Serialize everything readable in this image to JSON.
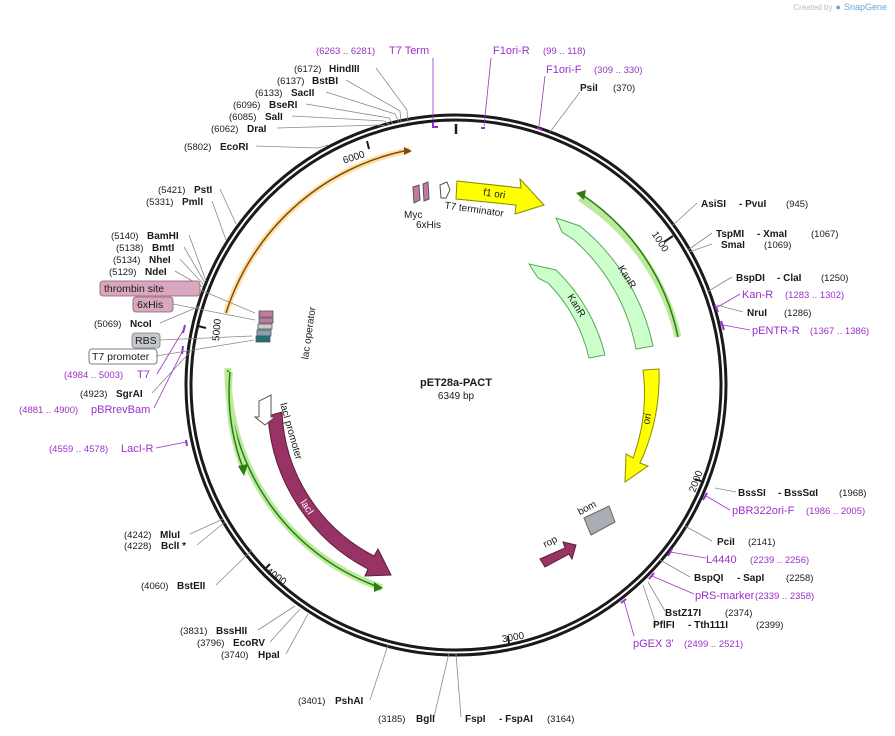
{
  "brand": {
    "created_by": "Created by",
    "product": "SnapGene"
  },
  "plasmid": {
    "name": "pET28a-PACT",
    "length": "6349 bp"
  },
  "ticks": [
    "1000",
    "2000",
    "3000",
    "4000",
    "5000",
    "6000"
  ],
  "enzymes": [
    {
      "id": "hindiii",
      "pos": "(6172)",
      "name": "HindIII"
    },
    {
      "id": "bstbi",
      "pos": "(6137)",
      "name": "BstBI"
    },
    {
      "id": "sacii",
      "pos": "(6133)",
      "name": "SacII"
    },
    {
      "id": "bseri",
      "pos": "(6096)",
      "name": "BseRI"
    },
    {
      "id": "sali",
      "pos": "(6085)",
      "name": "SalI"
    },
    {
      "id": "drai",
      "pos": "(6062)",
      "name": "DraI"
    },
    {
      "id": "ecori",
      "pos": "(5802)",
      "name": "EcoRI"
    },
    {
      "id": "psti",
      "pos": "(5421)",
      "name": "PstI"
    },
    {
      "id": "pmli",
      "pos": "(5331)",
      "name": "PmlI"
    },
    {
      "id": "bamhi",
      "pos": "(5140)",
      "name": "BamHI"
    },
    {
      "id": "bmti",
      "pos": "(5138)",
      "name": "BmtI"
    },
    {
      "id": "nhei",
      "pos": "(5134)",
      "name": "NheI"
    },
    {
      "id": "ndei",
      "pos": "(5129)",
      "name": "NdeI"
    },
    {
      "id": "ncoi",
      "pos": "(5069)",
      "name": "NcoI"
    },
    {
      "id": "sgrai",
      "pos": "(4923)",
      "name": "SgrAI"
    },
    {
      "id": "mlui",
      "pos": "(4242)",
      "name": "MluI"
    },
    {
      "id": "bcli",
      "pos": "(4228)",
      "name": "BclI *"
    },
    {
      "id": "bsteii",
      "pos": "(4060)",
      "name": "BstEII"
    },
    {
      "id": "bsshii",
      "pos": "(3831)",
      "name": "BssHII"
    },
    {
      "id": "ecorv",
      "pos": "(3796)",
      "name": "EcoRV"
    },
    {
      "id": "hpai",
      "pos": "(3740)",
      "name": "HpaI"
    },
    {
      "id": "pshai",
      "pos": "(3401)",
      "name": "PshAI"
    },
    {
      "id": "bgli",
      "pos": "(3185)",
      "name": "BglI"
    },
    {
      "id": "fspi",
      "pos": "(3164)",
      "name": "FspI",
      "alt": "- FspAI"
    },
    {
      "id": "psii",
      "pos": "(370)",
      "name": "PsiI"
    },
    {
      "id": "asisi",
      "pos": "(945)",
      "name": "AsiSI",
      "alt": "- PvuI"
    },
    {
      "id": "tspmi",
      "pos": "(1067)",
      "name": "TspMI",
      "alt": "- XmaI"
    },
    {
      "id": "smai",
      "pos": "(1069)",
      "name": "SmaI"
    },
    {
      "id": "bspdi",
      "pos": "(1250)",
      "name": "BspDI",
      "alt": "- ClaI"
    },
    {
      "id": "nrui",
      "pos": "(1286)",
      "name": "NruI"
    },
    {
      "id": "bsssi",
      "pos": "(1968)",
      "name": "BssSI",
      "alt": "- BssSαI"
    },
    {
      "id": "pcii",
      "pos": "(2141)",
      "name": "PciI"
    },
    {
      "id": "bspqi",
      "pos": "(2258)",
      "name": "BspQI",
      "alt": "- SapI"
    },
    {
      "id": "bstz17i",
      "pos": "(2374)",
      "name": "BstZ17I"
    },
    {
      "id": "pflfi",
      "pos": "(2399)",
      "name": "PflFI",
      "alt": "- Tth111I"
    }
  ],
  "primers": [
    {
      "id": "t7term",
      "range": "(6263 .. 6281)",
      "name": "T7 Term"
    },
    {
      "id": "f1orir",
      "name": "F1ori-R",
      "range": "(99 .. 118)"
    },
    {
      "id": "f1orif",
      "name": "F1ori-F",
      "range": "(309 .. 330)"
    },
    {
      "id": "kanr",
      "name": "Kan-R",
      "range": "(1283 .. 1302)"
    },
    {
      "id": "pentrr",
      "name": "pENTR-R",
      "range": "(1367 .. 1386)"
    },
    {
      "id": "pbr322orif",
      "name": "pBR322ori-F",
      "range": "(1986 .. 2005)"
    },
    {
      "id": "l4440",
      "name": "L4440",
      "range": "(2239 .. 2256)"
    },
    {
      "id": "prsmarker",
      "name": "pRS-marker",
      "range": "(2339 .. 2358)"
    },
    {
      "id": "pgex3",
      "name": "pGEX 3'",
      "range": "(2499 .. 2521)"
    },
    {
      "id": "t7",
      "range": "(4984 .. 5003)",
      "name": "T7"
    },
    {
      "id": "pbrrevbam",
      "range": "(4881 .. 4900)",
      "name": "pBRrevBam"
    },
    {
      "id": "laci_r",
      "range": "(4559 .. 4578)",
      "name": "LacI-R"
    }
  ],
  "boxed_features": [
    {
      "id": "thrombin",
      "label": "thrombin site"
    },
    {
      "id": "sixhis",
      "label": "6xHis"
    },
    {
      "id": "rbs",
      "label": "RBS"
    },
    {
      "id": "t7promoter",
      "label": "T7 promoter"
    }
  ],
  "features": {
    "f1ori": "f1 ori",
    "kanr_outer": "KanR",
    "kanr_inner": "KanR",
    "ori": "ori",
    "laci": "lacI",
    "laci_promoter": "lacI promoter",
    "lac_operator": "lac operator",
    "t7_terminator": "T7 terminator",
    "myc": "Myc",
    "sixhis_tag": "6xHis",
    "rop": "rop",
    "bom": "bom"
  },
  "colors": {
    "backbone": "#1a1a1a",
    "primer": "#9b30c8",
    "f1ori": "#ffff00",
    "kanr": "#ccffcc",
    "ori": "#ffff00",
    "laci": "#993366",
    "rop": "#993366",
    "bom": "#999999",
    "orf": "#ff9900",
    "green_orf": "#66cc33"
  }
}
